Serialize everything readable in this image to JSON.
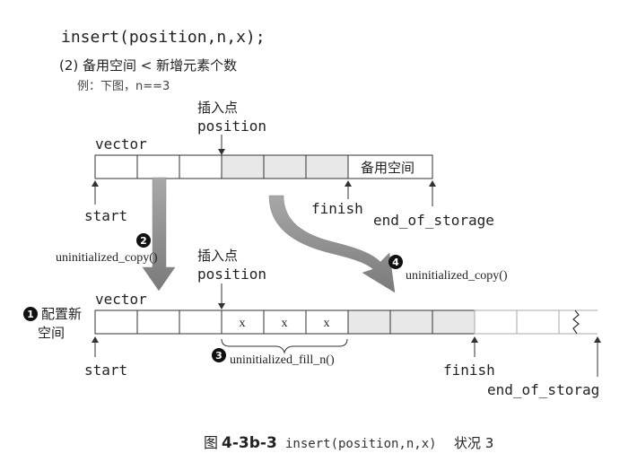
{
  "code_line": "insert(position,n,x);",
  "case_line": "(2) 备用空间 < 新增元素个数",
  "example_line": "例：下图，n==3",
  "top": {
    "insert_point": "插入点",
    "position": "position",
    "vector": "vector",
    "spare": "备用空间",
    "start": "start",
    "finish": "finish",
    "end_of_storage": "end_of_storage"
  },
  "steps": {
    "s1": {
      "num": "1",
      "label": "配置新",
      "label2": "空间"
    },
    "s2": {
      "num": "2",
      "label": "uninitialized_copy()"
    },
    "s3": {
      "num": "3",
      "label": "uninitialized_fill_n()"
    },
    "s4": {
      "num": "4",
      "label": "uninitialized_copy()"
    }
  },
  "bottom": {
    "insert_point": "插入点",
    "position": "position",
    "vector": "vector",
    "x1": "x",
    "x2": "x",
    "x3": "x",
    "start": "start",
    "finish": "finish",
    "end_of_storage": "end_of_storag"
  },
  "caption": {
    "prefix": "图",
    "num": "4-3b-3",
    "code": "insert(position,n,x)",
    "suffix": "状况 3"
  },
  "colors": {
    "shaded_cell": "#e8e8e8",
    "border": "#333333",
    "arrow_fill": "#9a9a9a",
    "arrow_dark": "#6d6d6d"
  }
}
